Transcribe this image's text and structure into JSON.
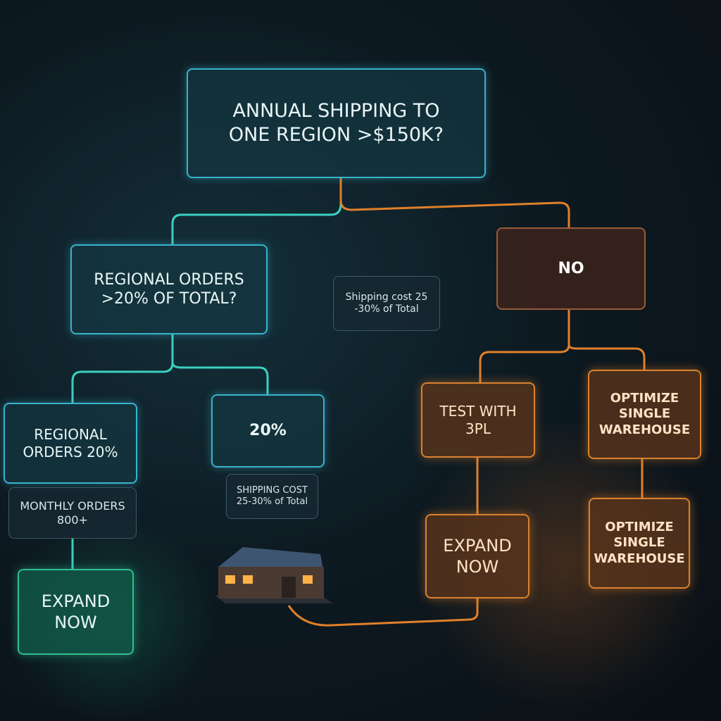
{
  "nodes": {
    "root": "ANNUAL SHIPPING TO ONE REGION >$150K?",
    "regional_question": "REGIONAL ORDERS >20% OF TOTAL?",
    "center_note": "Shipping cost 25 -30% of Total",
    "no": "NO",
    "regional_orders": "REGIONAL ORDERS 20%",
    "twenty_percent": "20%",
    "monthly_orders": "MONTHLY ORDERS 800+",
    "shipping_cost": "SHIPPING COST 25-30% of Total",
    "expand_left": "EXPAND NOW",
    "test_3pl": "TEST WITH 3PL",
    "optimize_1": "OPTIMIZE SINGLE WAREHOUSE",
    "expand_right": "EXPAND NOW",
    "optimize_2": "OPTIMIZE SINGLE WAREHOUSE"
  },
  "colors": {
    "teal": "#3ab3cc",
    "orange": "#d9822f",
    "green": "#2fbf8e"
  }
}
